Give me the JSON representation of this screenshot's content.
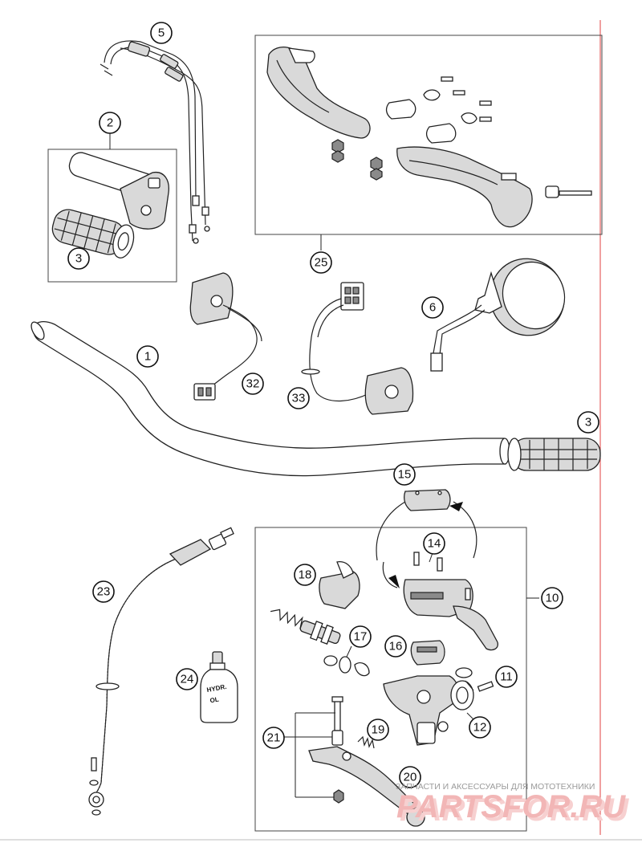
{
  "parts": [
    {
      "id": "p1",
      "label": "1"
    },
    {
      "id": "p2",
      "label": "2"
    },
    {
      "id": "p3a",
      "label": "3"
    },
    {
      "id": "p3b",
      "label": "3"
    },
    {
      "id": "p5",
      "label": "5"
    },
    {
      "id": "p6",
      "label": "6"
    },
    {
      "id": "p10",
      "label": "10"
    },
    {
      "id": "p11",
      "label": "11"
    },
    {
      "id": "p12",
      "label": "12"
    },
    {
      "id": "p14",
      "label": "14"
    },
    {
      "id": "p15",
      "label": "15"
    },
    {
      "id": "p16",
      "label": "16"
    },
    {
      "id": "p17",
      "label": "17"
    },
    {
      "id": "p18",
      "label": "18"
    },
    {
      "id": "p19",
      "label": "19"
    },
    {
      "id": "p20",
      "label": "20"
    },
    {
      "id": "p21",
      "label": "21"
    },
    {
      "id": "p23",
      "label": "23"
    },
    {
      "id": "p24",
      "label": "24"
    },
    {
      "id": "p25",
      "label": "25"
    },
    {
      "id": "p32",
      "label": "32"
    },
    {
      "id": "p33",
      "label": "33"
    }
  ],
  "oil_bottle": {
    "line1": "HYDR.",
    "line2": "OL"
  },
  "watermark": {
    "tagline": "ЗАПЧАСТИ И АКСЕССУАРЫ ДЛЯ МОТОТЕХНИКИ",
    "brand": "PARTSFOR.RU"
  },
  "colors": {
    "line": "#222222",
    "watermark": "#e57373",
    "margin_line": "#e04040"
  }
}
